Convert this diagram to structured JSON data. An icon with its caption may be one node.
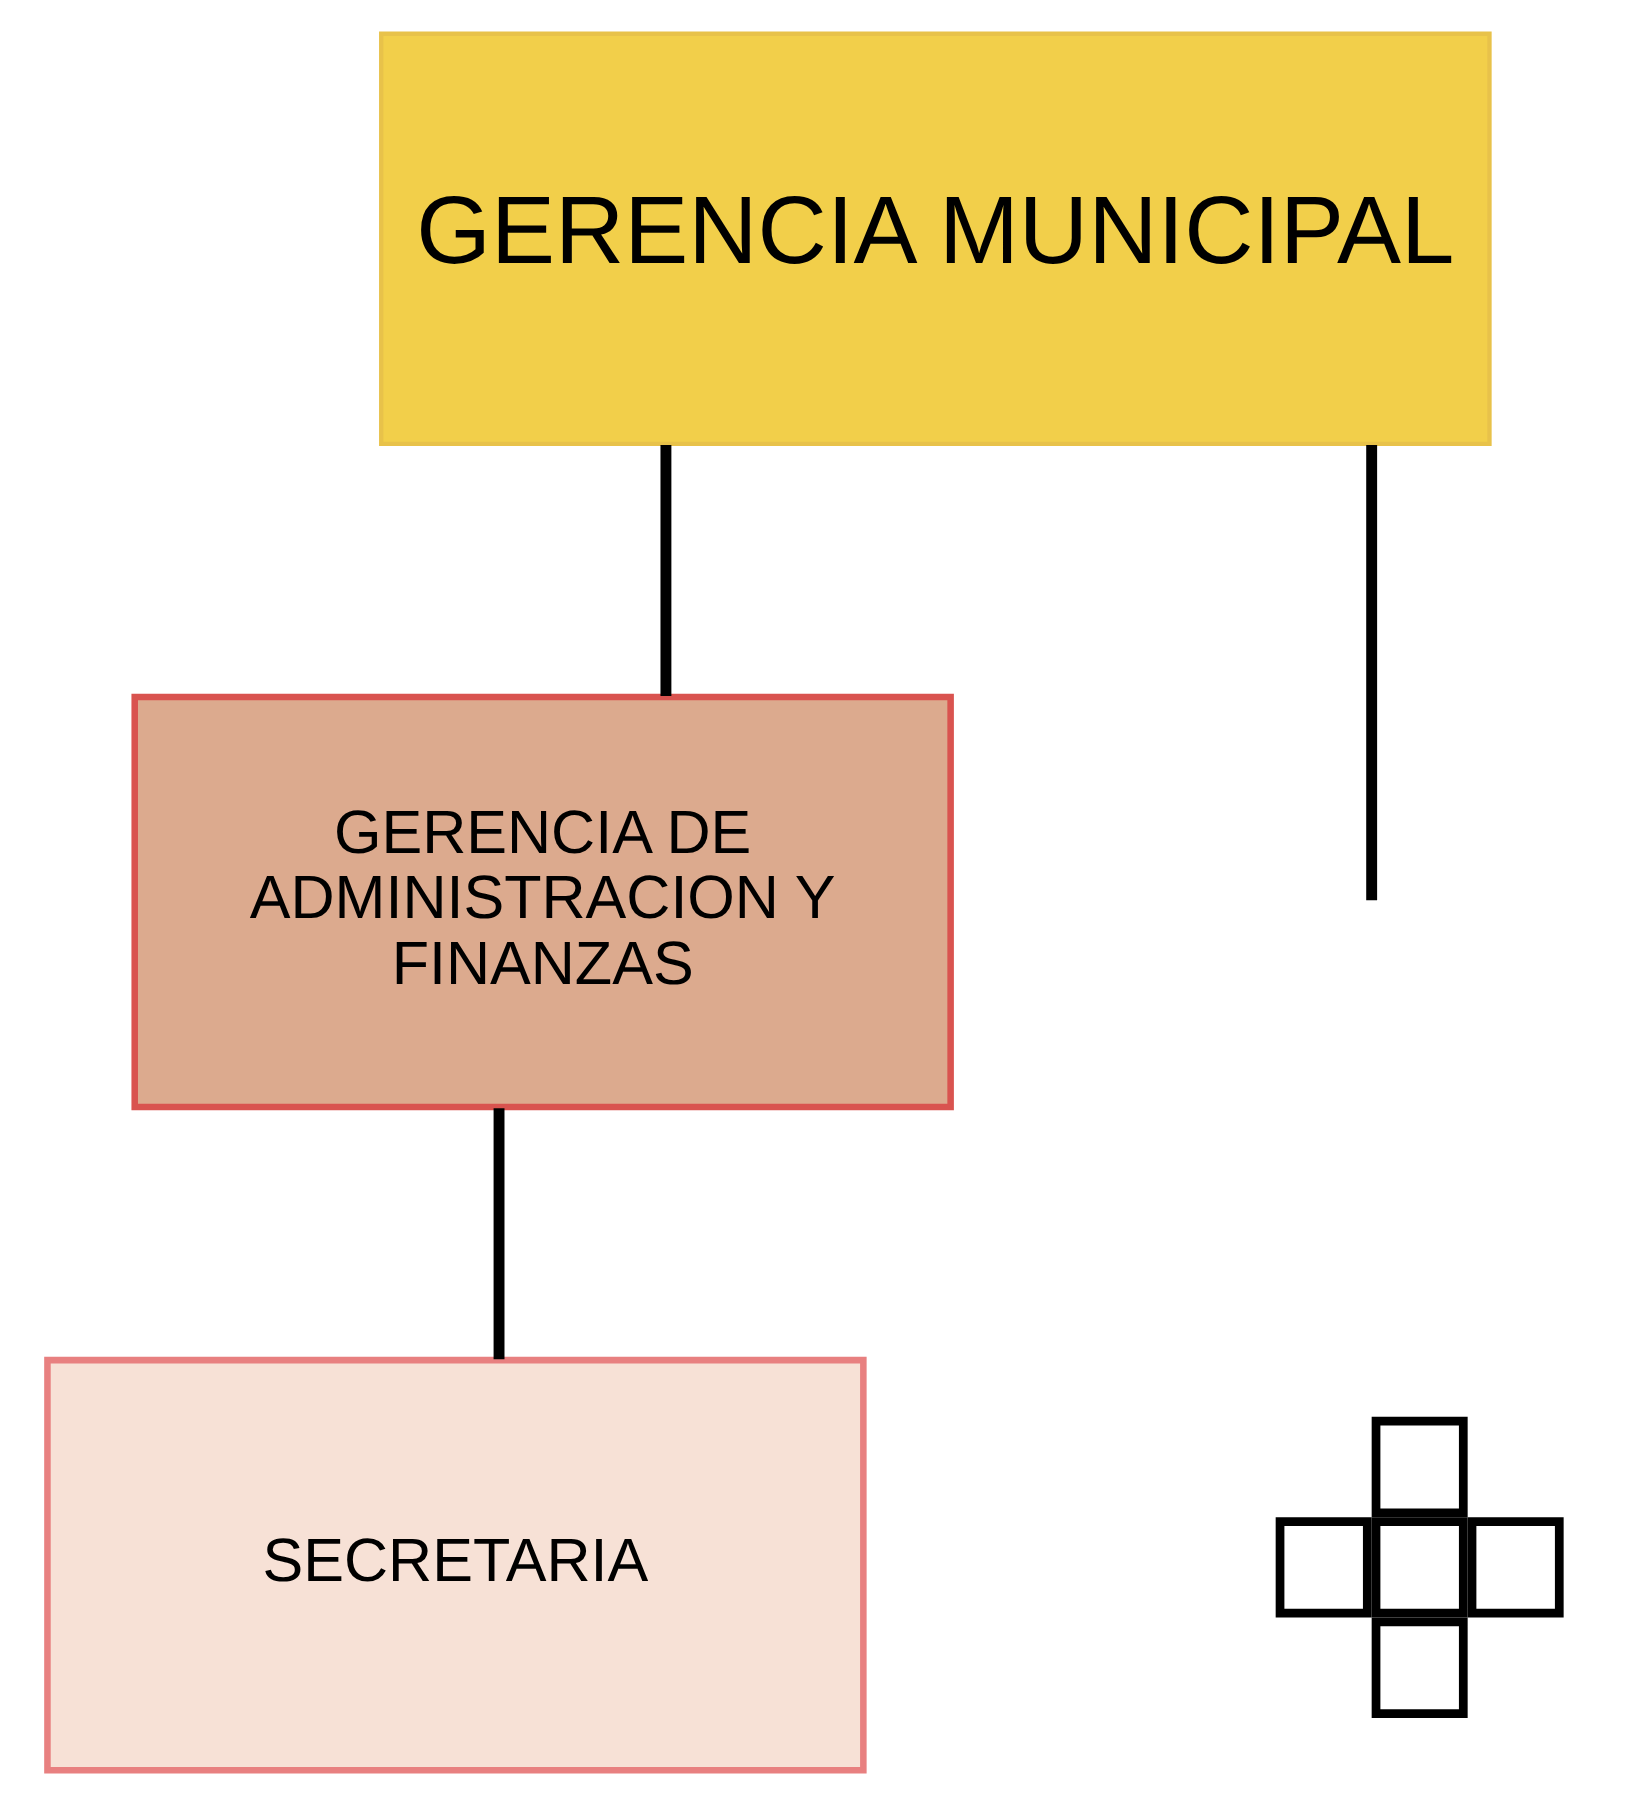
{
  "diagram": {
    "nodes": [
      {
        "text": [
          "GERENCIA MUNICIPAL"
        ]
      },
      {
        "text": [
          "GERENCIA DE ADMINISTRACION Y FINANZAS"
        ]
      },
      {
        "text": [
          "SECRETARIA"
        ]
      },
      {
        "text": [],
        "shape": "cross"
      }
    ],
    "edges": [
      {
        "from": 0,
        "to": 1,
        "arrow": "none"
      },
      {
        "from": 1,
        "to": 2,
        "arrow": "none"
      },
      {
        "from": 0,
        "to": null,
        "arrow": "none"
      }
    ]
  }
}
